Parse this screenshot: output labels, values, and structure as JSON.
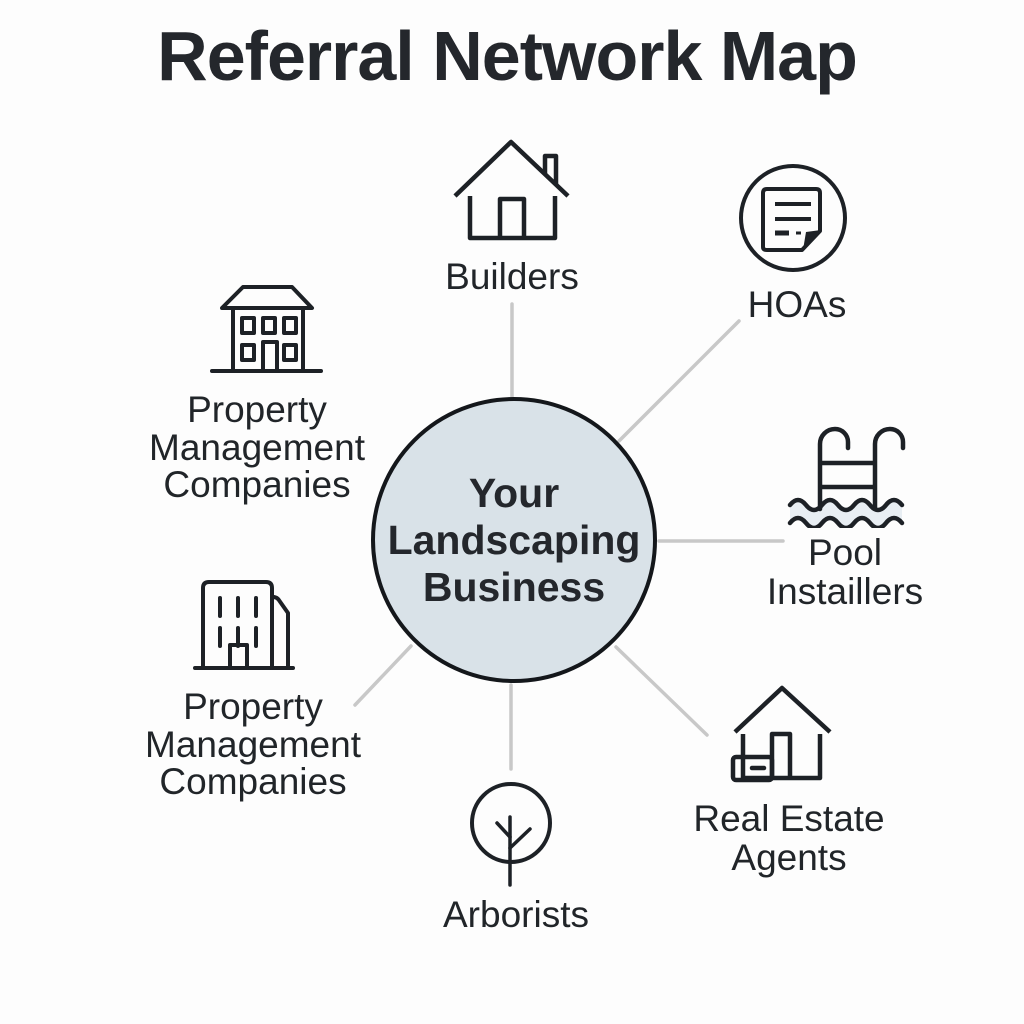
{
  "title": "Referral Network Map",
  "center_node": {
    "lines": [
      "Your",
      "Landscaping",
      "Business"
    ]
  },
  "nodes": {
    "builders": {
      "lines": [
        "Builders"
      ],
      "icon": "house-icon"
    },
    "hoas": {
      "lines": [
        "HOAs"
      ],
      "icon": "document-circle-icon"
    },
    "pool_installers": {
      "lines": [
        "Pool",
        "Instaillers"
      ],
      "icon": "pool-ladder-icon"
    },
    "real_estate_agents": {
      "lines": [
        "Real Estate",
        "Agents"
      ],
      "icon": "house-sale-sign-icon"
    },
    "arborists": {
      "lines": [
        "Arborists"
      ],
      "icon": "tree-circle-icon"
    },
    "property_management_top": {
      "lines": [
        "Property",
        "Management",
        "Companies"
      ],
      "icon": "apartment-house-icon"
    },
    "property_management_bottom": {
      "lines": [
        "Property",
        "Management",
        "Companies"
      ],
      "icon": "office-building-icon"
    }
  },
  "colors": {
    "background": "#fdfdfd",
    "title_text": "#24272c",
    "label_text": "#212529",
    "center_fill": "#d9e2e8",
    "center_stroke": "#14171b",
    "connector": "#c8c8c8",
    "icon_stroke": "#1d2126",
    "icon_fill": "#fbfcfd",
    "water_fill": "#e8eef3"
  }
}
